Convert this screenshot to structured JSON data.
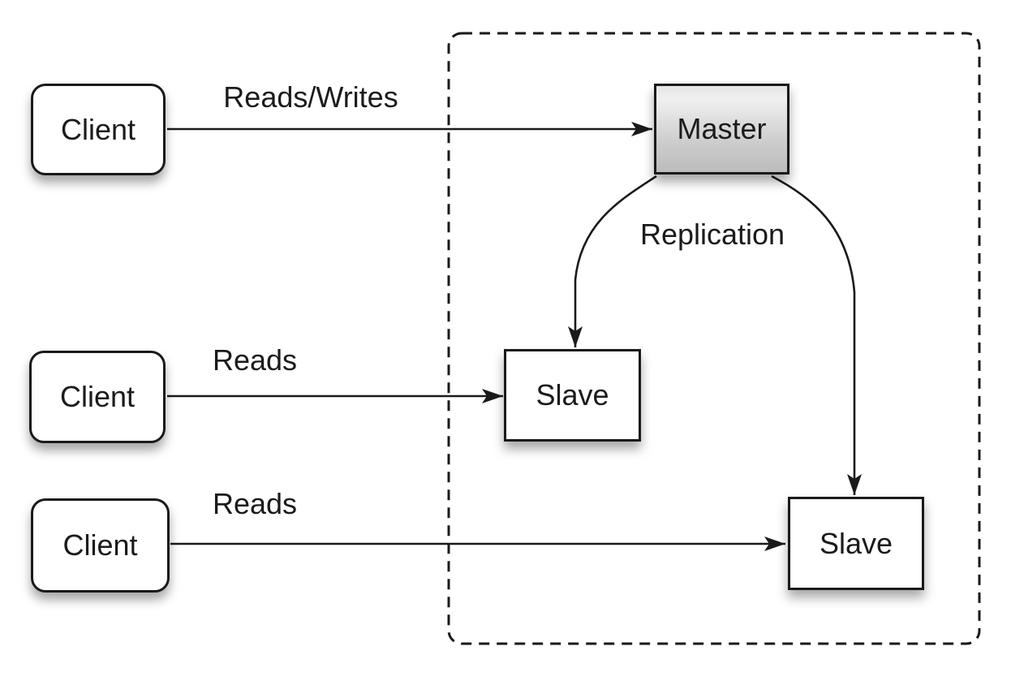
{
  "nodes": {
    "client1": {
      "label": "Client"
    },
    "client2": {
      "label": "Client"
    },
    "client3": {
      "label": "Client"
    },
    "master": {
      "label": "Master"
    },
    "slave1": {
      "label": "Slave"
    },
    "slave2": {
      "label": "Slave"
    }
  },
  "edges": {
    "reads_writes": {
      "label": "Reads/Writes"
    },
    "reads_mid": {
      "label": "Reads"
    },
    "reads_bottom": {
      "label": "Reads"
    },
    "replication": {
      "label": "Replication"
    }
  },
  "colors": {
    "stroke": "#1a1a1a",
    "text": "#1b1b1b",
    "node_fill": "#ffffff",
    "background": "#ffffff",
    "master_top": "#e4e4e4",
    "master_light": "#f0f0f0",
    "master_bottom": "#bcbcbc"
  }
}
